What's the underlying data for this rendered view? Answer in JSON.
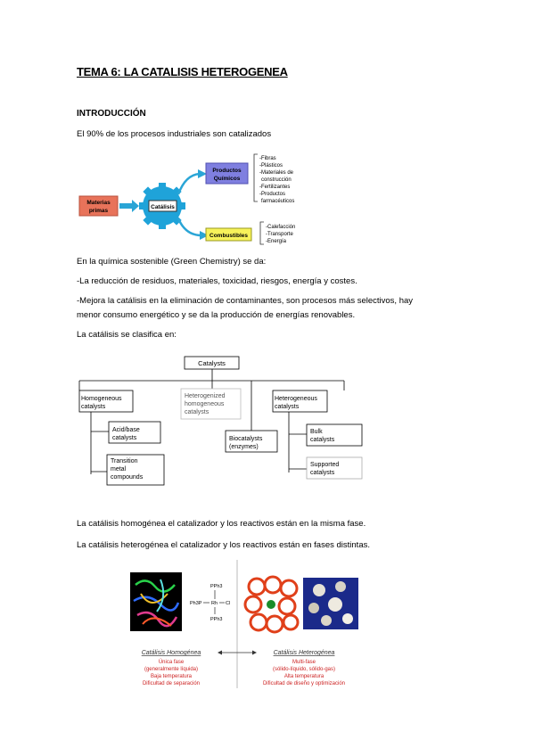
{
  "doc": {
    "title": "TEMA 6: LA CATALISIS HETEROGENEA",
    "section": "INTRODUCCIÓN",
    "p1": "El 90% de los procesos industriales son catalizados",
    "p2": "En la química sostenible (Green Chemistry) se da:",
    "p3": "-La reducción de residuos, materiales, toxicidad, riesgos, energía y costes.",
    "p4a": "-Mejora la catálisis en la eliminación de contaminantes, son procesos más selectivos, hay",
    "p4b": "menor consumo energético y se da la producción de energías renovables.",
    "p5": "La catálisis se clasifica en:",
    "p6": "La catálisis homogénea el catalizador y los reactivos están en la misma fase.",
    "p7": "La catálisis heterogénea el catalizador y los reactivos están en fases distintas."
  },
  "fig1": {
    "materias": [
      "Materias",
      "primas"
    ],
    "catalisis": "Catálisis",
    "productos": [
      "Productos",
      "Químicos"
    ],
    "combustibles": "Combustibles",
    "list1": [
      "-Fibras",
      "-Plásticos",
      "-Materiales de",
      "construcción",
      "-Fertilizantes",
      "-Productos",
      "farmacéuticos"
    ],
    "list2": [
      "-Calefacción",
      "-Transporte",
      "-Energía"
    ],
    "colors": {
      "materias": "#e8735a",
      "productos": "#7f7fe0",
      "combustibles": "#f7f25a",
      "gear": "#1fa3d9",
      "arrow": "#2aa5d6"
    }
  },
  "fig2": {
    "root": "Catalysts",
    "homogeneous": [
      "Homogeneous",
      "catalysts"
    ],
    "heterogenized": [
      "Heterogenized",
      "homogeneous",
      "catalysts"
    ],
    "heterogeneous": [
      "Heterogeneous",
      "catalysts"
    ],
    "acid": [
      "Acid/base",
      "catalysts"
    ],
    "transition": [
      "Transition",
      "metal",
      "compounds"
    ],
    "bio": [
      "Biocatalysts",
      "(enzymes)"
    ],
    "bulk": [
      "Bulk",
      "catalysts"
    ],
    "supported": [
      "Supported",
      "catalysts"
    ]
  },
  "fig3": {
    "left_title": "Catálisis Homogénea",
    "left_lines": [
      "Única fase",
      "(generalmente líquida)",
      "Baja temperatura",
      "Dificultad de separación"
    ],
    "right_title": "Catálisis Heterogénea",
    "right_lines": [
      "Multi-fase",
      "(sólido-líquido, sólido-gas)",
      "Alta temperatura",
      "Dificultad de diseño y optimización"
    ],
    "chem": [
      "PPh3",
      "Ph3P",
      "Rh",
      "Cl",
      "PPh3"
    ],
    "colors": {
      "title": "#333333",
      "lines": "#cc1f1f"
    }
  }
}
